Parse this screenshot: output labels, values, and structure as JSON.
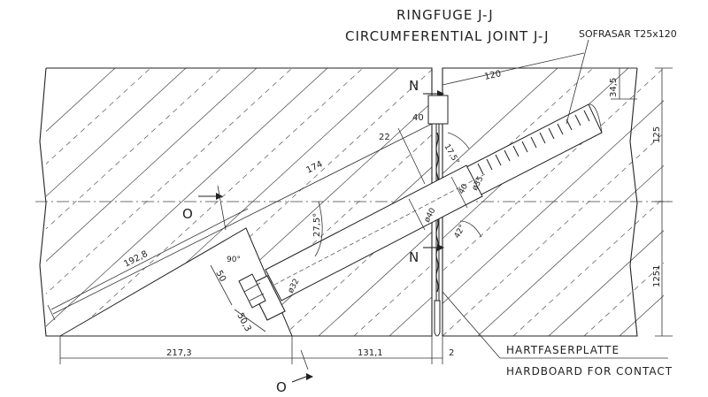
{
  "title": {
    "line1": "RINGFUGE J-J",
    "line2": "CIRCUMFERENTIAL JOINT J-J"
  },
  "labels": {
    "bolt_spec": "SOFRASAR T25x120",
    "hardboard_de": "HARTFASERPLATTE",
    "hardboard_en": "HARDBOARD FOR CONTACT",
    "section_n_top": "N",
    "section_n_bottom": "N",
    "section_o_top": "O",
    "section_o_bottom": "O"
  },
  "dimensions": {
    "d120": "120",
    "d34_5": "34,5",
    "d125": "125",
    "d1251": "1251",
    "d40a": "40",
    "d22": "22",
    "d174": "174",
    "d17_5": "17,5°",
    "d40b": "40",
    "d35": "ø35",
    "d27_5": "27,5°",
    "d40c": "ø40",
    "d42": "42°",
    "d192_8": "192,8",
    "d90": "90°",
    "d32": "ø32",
    "d50": "50",
    "d50_3": "50,3",
    "d217_3": "217,3",
    "d131_1": "131,1",
    "d2": "2"
  },
  "colors": {
    "line": "#222222",
    "background": "#ffffff"
  }
}
